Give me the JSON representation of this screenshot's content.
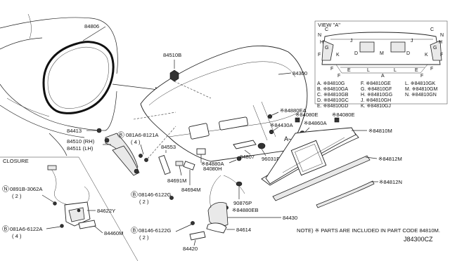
{
  "callouts": {
    "p84806": "84806",
    "p84510b": "84510B",
    "p84300": "84300",
    "p84413": "84413",
    "p84510": "84510 (RH)",
    "p84511": "84511 (LH)",
    "p081a6_8121a": "081A6-8121A",
    "p081a6_8121a_qty": "( 4 )",
    "p84553": "84553",
    "p84080h": "84080H",
    "p84691m": "84691M",
    "p84694m": "84694M",
    "p84880a": "※84880A",
    "p84807": "84807",
    "p96031f": "96031F",
    "p84430a": "※84430A",
    "p84880ea": "※84880EA",
    "p84080e_a": "※84080E",
    "p84080e_b": "※84080E",
    "p84860a": "※84860A",
    "p84810m": "※84810M",
    "p84812m": "※84812M",
    "p84812n": "※84812N",
    "arrow_a": "A",
    "p90876p": "90876P",
    "p84880eb": "※84880EB",
    "p84430": "84430",
    "p84614": "84614",
    "p08146_a": "08146-6122G",
    "p08146_a_qty": "( 2 )",
    "p08146_b": "08146-6122G",
    "p08146_b_qty": "( 2 )",
    "p84420": "84420"
  },
  "closure": {
    "title": "CLOSURE",
    "p0891b": "0891B-3062A",
    "p0891b_qty": "( 2 )",
    "p84622y": "84622Y",
    "p081a6_6122a": "081A6-6122A",
    "p081a6_6122a_qty": "( 4 )",
    "p84460m": "84460M"
  },
  "view_a": {
    "title": "VIEW \"A\"",
    "letters": [
      "C",
      "N",
      "H",
      "G",
      "F",
      "K",
      "J",
      "D",
      "M",
      "C",
      "N",
      "H",
      "G",
      "F",
      "K",
      "J",
      "D",
      "F",
      "E",
      "L",
      "A",
      "L",
      "E",
      "F",
      "F",
      "F"
    ],
    "legend": [
      "A. ※84810G",
      "B. ※84810GA",
      "C. ※84810GB",
      "D. ※84810GC",
      "E. ※84810GD",
      "F. ※84810GE",
      "G. ※84810GF",
      "H. ※84810GG",
      "J. ※84810GH",
      "K. ※84810GJ",
      "L. ※84810GK",
      "M. ※84810GM",
      "N. ※84810GN"
    ]
  },
  "note": "NOTE) ※ PARTS ARE INCLUDED IN PART CODE 84810M.",
  "diagram_code": "J84300CZ"
}
